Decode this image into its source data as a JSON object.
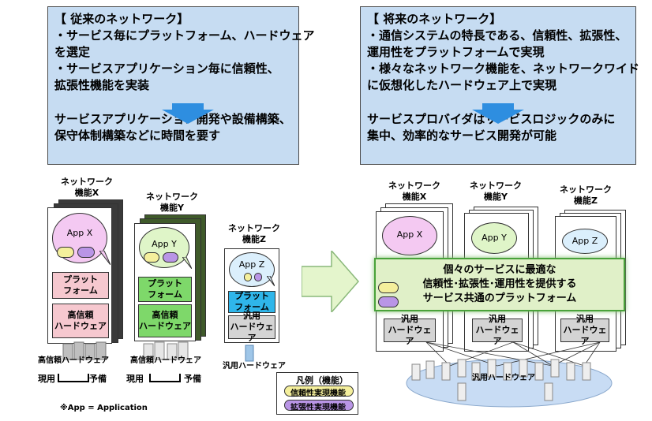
{
  "legacy_box": {
    "header": "【 従来のネットワーク】",
    "lines": [
      "・サービス毎にプラットフォーム、ハードウェア",
      "を選定",
      "・サービスアプリケーション毎に信頼性、",
      "拡張性機能を実装"
    ],
    "result_lines": [
      "サービスアプリケーション開発や設備構築、",
      "保守体制構築などに時間を要す"
    ]
  },
  "future_box": {
    "header": "【 将来のネットワーク】",
    "lines": [
      "・通信システムの特長である、信頼性、拡張性、",
      "運用性をプラットフォームで実現",
      "・様々なネットワーク機能を、ネットワークワイド",
      "に仮想化したハードウェア上で実現"
    ],
    "result_lines": [
      "サービスプロバイダはサービスロジックのみに",
      "集中、効率的なサービス開発が可能"
    ]
  },
  "legacy": {
    "func_x_label": [
      "ネットワーク",
      "機能X"
    ],
    "func_y_label": [
      "ネットワーク",
      "機能Y"
    ],
    "func_z_label": [
      "ネットワーク",
      "機能Z"
    ],
    "app_x": "App X",
    "app_y": "App Y",
    "app_z": "App Z",
    "platform_x": [
      "プラット",
      "フォーム"
    ],
    "platform_y": [
      "プラット",
      "フォーム"
    ],
    "platform_z": [
      "プラット",
      "フォーム"
    ],
    "hw_x": [
      "高信頼",
      "ハードウェア"
    ],
    "hw_y": [
      "高信頼",
      "ハードウェア"
    ],
    "hw_z": [
      "汎用",
      "ハードウェア"
    ],
    "server_x_label": "高信頼ハードウェア",
    "server_y_label": "高信頼ハードウェア",
    "server_z_label": "汎用ハードウェア",
    "active_x": "現用",
    "standby_x": "予備",
    "active_y": "現用",
    "standby_y": "予備"
  },
  "future": {
    "func_x_label": [
      "ネットワーク",
      "機能X"
    ],
    "func_y_label": [
      "ネットワーク",
      "機能Y"
    ],
    "func_z_label": [
      "ネットワーク",
      "機能Z"
    ],
    "app_x": "App X",
    "app_y": "App  Y",
    "app_z": "App Z",
    "platform_lines": [
      "個々のサービスに最適な",
      "信頼性･拡張性･運用性を提供する",
      "サービス共通のプラットフォーム"
    ],
    "hw": [
      "汎用",
      "ハードウェア"
    ],
    "server_label": "汎用ハードウェア"
  },
  "legend": {
    "title": "凡例（機能）",
    "reliability": "信頼性実現機能",
    "scalability": "拡張性実現機能"
  },
  "footnote": "※App = Application",
  "colors": {
    "box_bg": "#c6dcf2",
    "arrow_blue": "#2e8ee0",
    "legacy_x_back": "#3a3a3a",
    "legacy_x_platform": "#f6c8cf",
    "legacy_y_back": "#3f5a2a",
    "legacy_y_platform": "#7ed86a",
    "legacy_z_platform": "#2fb6ea",
    "bubble_x": "#f4c9f2",
    "bubble_y": "#dff5c8",
    "bubble_z": "#dbeffc",
    "reliability_pill": "#f4ef9c",
    "scalability_pill": "#b995e6",
    "hw_gray": "#d4d4d4",
    "platform_green": "#e0f0c8",
    "platform_border": "#49a23a",
    "big_arrow": "#e4f5cc"
  }
}
